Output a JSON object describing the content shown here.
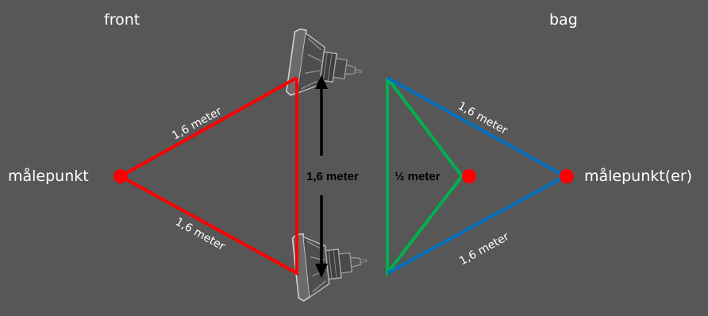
{
  "labels": {
    "front": "front",
    "bag": "bag",
    "left_point": "målepunkt",
    "right_point": "målepunkt(er)"
  },
  "distances": {
    "red_top": "1,6 meter",
    "red_bottom": "1,6 meter",
    "blue_top": "1,6 meter",
    "blue_bottom": "1,6 meter",
    "speaker_gap": "1,6 meter",
    "half": "½ meter"
  },
  "colors": {
    "background": "#575757",
    "red": "#ff0000",
    "green": "#00b050",
    "blue": "#0070c0",
    "point": "#ff0000",
    "text": "#ffffff",
    "arrow": "#000000"
  },
  "icons": {
    "speakers": [
      "speaker-top-icon",
      "speaker-bottom-icon"
    ]
  }
}
